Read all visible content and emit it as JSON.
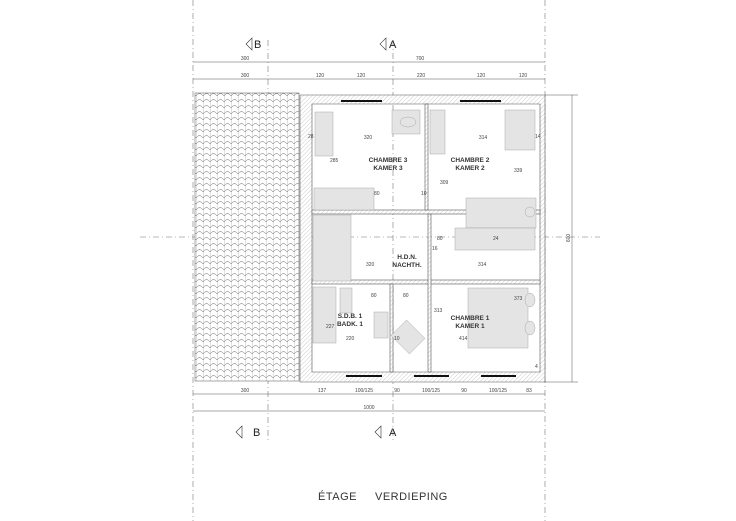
{
  "sections": {
    "top_b": "B",
    "top_a": "A",
    "bottom_b": "B",
    "bottom_a": "A"
  },
  "dimensions": {
    "top_row1": [
      "300",
      "700"
    ],
    "top_row2": [
      "300",
      "120",
      "120",
      "220",
      "120",
      "120"
    ],
    "bottom_row1": [
      "300",
      "137",
      "100/125",
      "90",
      "100/125",
      "90",
      "100/125",
      "83"
    ],
    "bottom_total": "1000",
    "right_total": "600",
    "interior": {
      "ch3_width": "320",
      "ch2_width": "314",
      "ch3_depth": "285",
      "ch2_depth": "339",
      "wardrobe": "309",
      "hall_door": "80",
      "wall_10a": "10",
      "hall_80": "80",
      "hall_24": "24",
      "hall_width": "320",
      "hall_314": "314",
      "wc_80": "80",
      "bath_80b": "80",
      "bath_width": "220",
      "ch1_width": "414",
      "wall_10b": "10",
      "bath_depth": "227",
      "ch1_depth": "313",
      "ch1_373": "373",
      "small_28": "28",
      "small_14": "14",
      "small_16": "16",
      "small_4": "4"
    }
  },
  "rooms": [
    {
      "l1": "CHAMBRE 3",
      "l2": "KAMER 3"
    },
    {
      "l1": "CHAMBRE 2",
      "l2": "KAMER 2"
    },
    {
      "l1": "H.D.N.",
      "l2": "NACHTH."
    },
    {
      "l1": "S.D.B. 1",
      "l2": "BADK. 1"
    },
    {
      "l1": "CHAMBRE 1",
      "l2": "KAMER 1"
    }
  ],
  "title": {
    "fr": "ÉTAGE",
    "nl": "VERDIEPING"
  }
}
